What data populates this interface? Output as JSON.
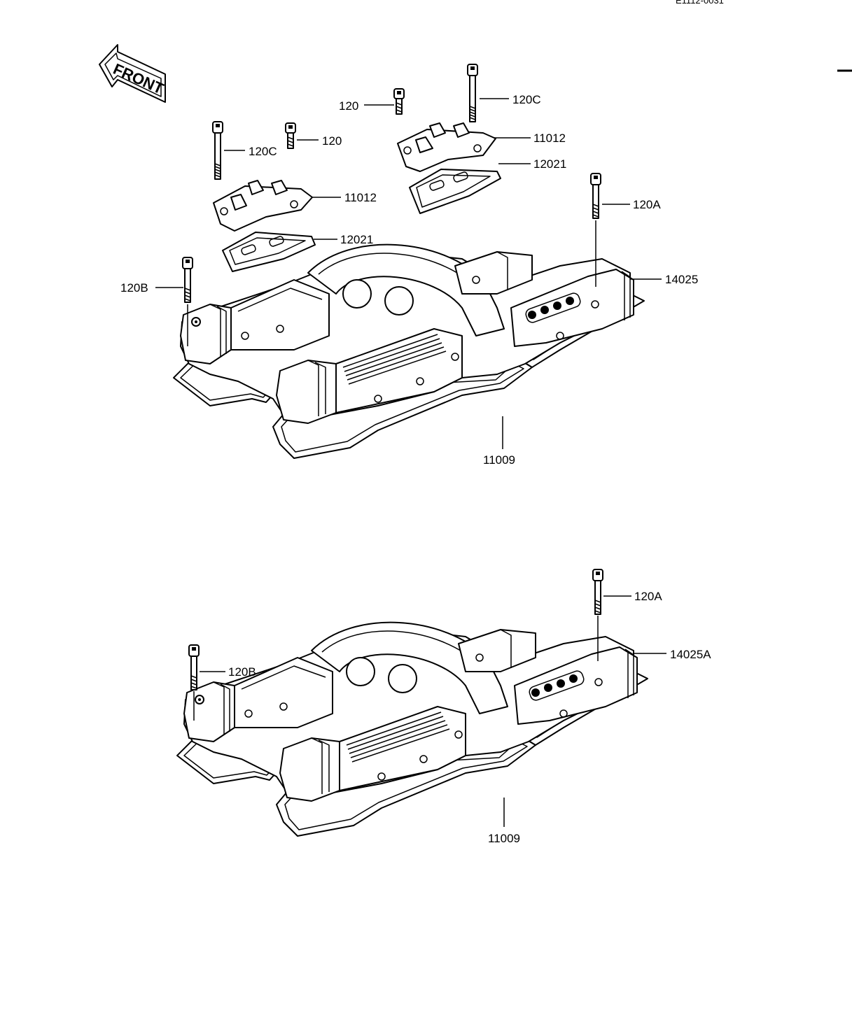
{
  "diagram_code": "E1112-0031",
  "front_label": "FRONT",
  "upper_assembly": {
    "labels": {
      "bolt_120_right": "120",
      "bolt_120c_right": "120C",
      "bolt_120c_left": "120C",
      "bolt_120_left": "120",
      "cap_right": "11012",
      "cap_left": "11012",
      "gasket_cap_right": "12021",
      "gasket_cap_left": "12021",
      "bolt_120a": "120A",
      "bolt_120b": "120B",
      "cover": "14025",
      "gasket_base": "11009"
    }
  },
  "lower_assembly": {
    "labels": {
      "bolt_120a": "120A",
      "bolt_120b": "120B",
      "cover": "14025A",
      "gasket_base": "11009"
    }
  }
}
